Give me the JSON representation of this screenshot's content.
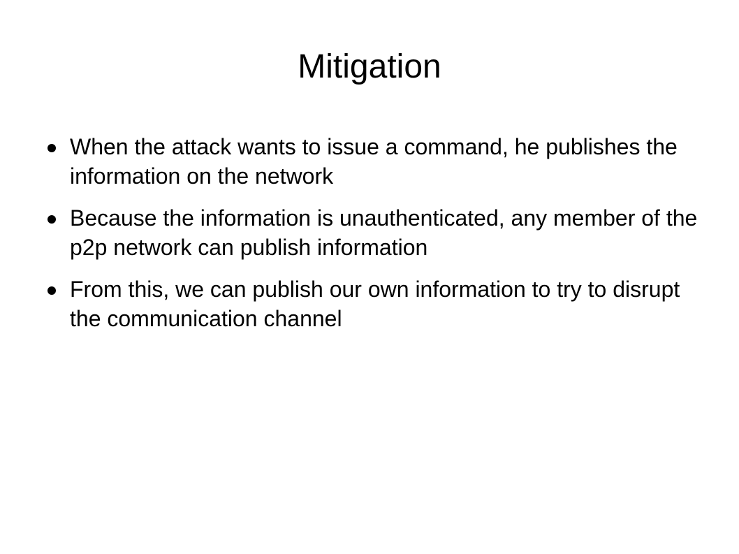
{
  "slide": {
    "title": "Mitigation",
    "bullets": [
      "When the attack wants to issue a command, he publishes the information on the network",
      "Because the information is unauthenticated, any member of the p2p network can publish information",
      "From this, we can publish our own information to try to disrupt the communication channel"
    ],
    "bullet_icon": "filled-circle-bullet-icon"
  }
}
